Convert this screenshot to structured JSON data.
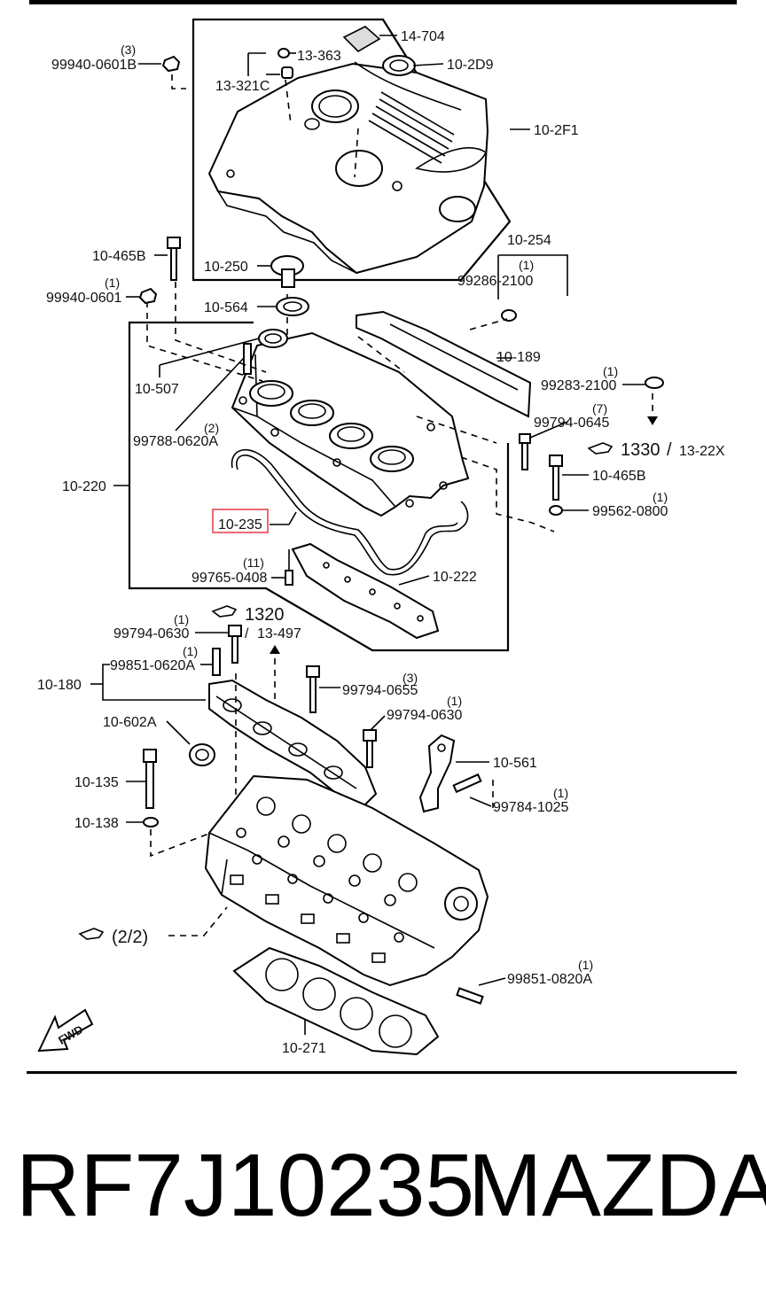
{
  "diagram": {
    "labels": {
      "l14704": "14-704",
      "l102D9": "10-2D9",
      "l13363": "13-363",
      "l13321C": "13-321C",
      "l999400601B": "99940-0601B",
      "q999400601B": "(3)",
      "l102F1": "10-2F1",
      "l10465B_a": "10-465B",
      "l10250": "10-250",
      "l999400601": "99940-0601",
      "q999400601": "(1)",
      "l10564": "10-564",
      "l10254": "10-254",
      "l992862100": "99286-2100",
      "q992862100": "(1)",
      "l10189": "10-189",
      "l992832100": "99283-2100",
      "q992832100": "(1)",
      "l10507": "10-507",
      "l997880620A": "99788-0620A",
      "q997880620A": "(2)",
      "l997940645": "99794-0645",
      "q997940645": "(7)",
      "ref1330": "1330",
      "ref1322X": "13-22X",
      "l10465B_b": "10-465B",
      "l995620800": "99562-0800",
      "q995620800": "(1)",
      "l10220": "10-220",
      "l10235": "10-235",
      "l997650408": "99765-0408",
      "q997650408": "(11)",
      "l10222": "10-222",
      "ref1320": "1320",
      "ref13497": "13-497",
      "l997940630_a": "99794-0630",
      "q997940630_a": "(1)",
      "l998510620A": "99851-0620A",
      "q998510620A": "(1)",
      "l10180": "10-180",
      "l997940655": "99794-0655",
      "q997940655": "(3)",
      "l997940630_b": "99794-0630",
      "q997940630_b": "(1)",
      "l10602A": "10-602A",
      "l10561": "10-561",
      "l10135": "10-135",
      "l997841025": "99784-1025",
      "q997841025": "(1)",
      "l10138": "10-138",
      "ref22": "(2/2)",
      "l998510820A": "99851-0820A",
      "q998510820A": "(1)",
      "l10271": "10-271",
      "fwd": "FWD"
    },
    "highlight_color": "#e8454f"
  },
  "footer": {
    "part_number": "RF7J10235",
    "brand": "MAZDA"
  }
}
